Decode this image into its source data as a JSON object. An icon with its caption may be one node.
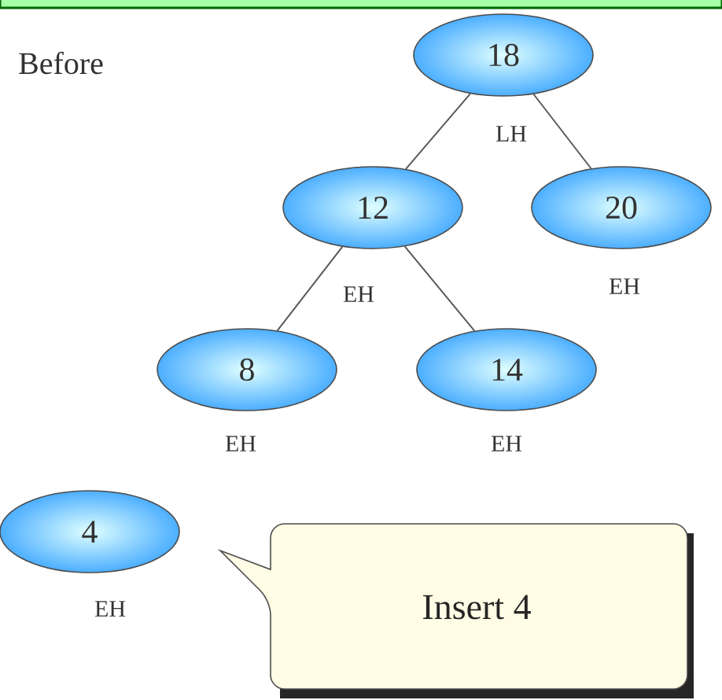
{
  "diagram": {
    "title": "Before",
    "nodes": [
      {
        "text": [
          "18"
        ],
        "beside": [
          "LH"
        ]
      },
      {
        "text": [
          "12"
        ],
        "beside": [
          "EH"
        ]
      },
      {
        "text": [
          "20"
        ],
        "beside": [
          "EH"
        ]
      },
      {
        "text": [
          "8"
        ],
        "beside": [
          "EH"
        ]
      },
      {
        "text": [
          "14"
        ],
        "beside": [
          "EH"
        ]
      },
      {
        "text": [
          "4"
        ],
        "beside": [
          "EH"
        ]
      },
      {
        "text": [
          "Insert 4"
        ]
      }
    ],
    "edges": [
      {
        "from": 0,
        "to": 1,
        "arrow": "none"
      },
      {
        "from": 0,
        "to": 2,
        "arrow": "none"
      },
      {
        "from": 1,
        "to": 3,
        "arrow": "none"
      },
      {
        "from": 1,
        "to": 4,
        "arrow": "none"
      }
    ]
  }
}
